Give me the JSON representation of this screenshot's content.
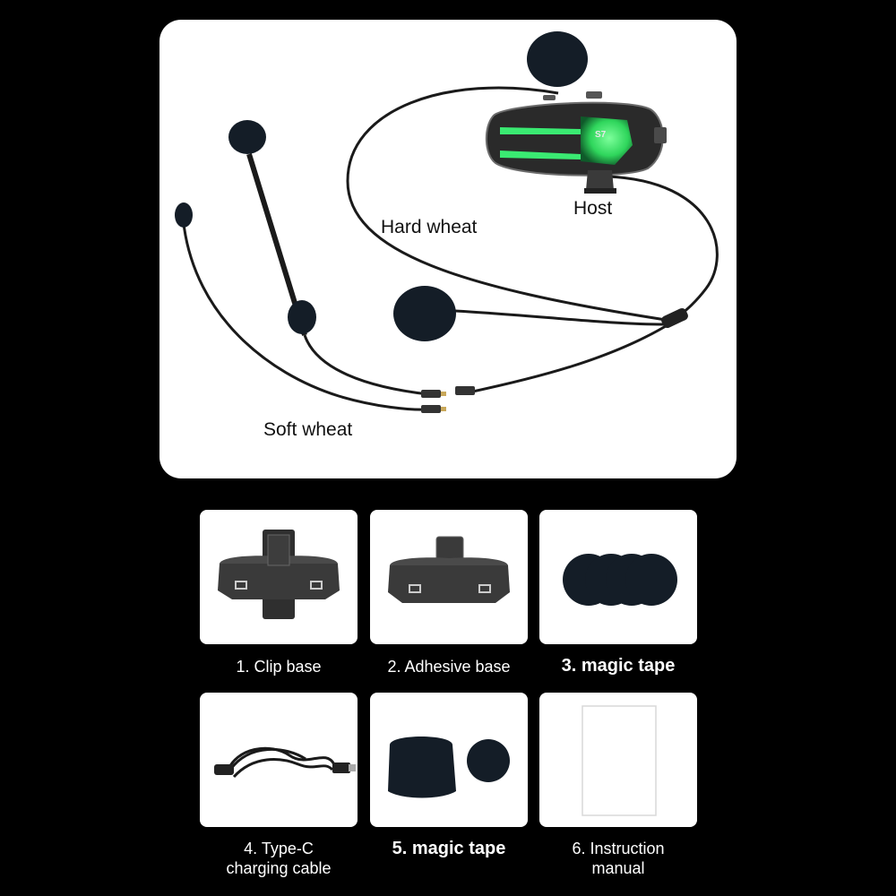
{
  "diagram": {
    "labels": {
      "host": "Host",
      "hard_wheat": "Hard wheat",
      "soft_wheat": "Soft wheat"
    },
    "device_text": "S7"
  },
  "accessories": [
    {
      "caption": "1. Clip base"
    },
    {
      "caption": "2. Adhesive base"
    },
    {
      "caption": "3. magic tape"
    },
    {
      "caption_line1": "4. Type-C",
      "caption_line2": "charging cable"
    },
    {
      "caption": "5. magic tape"
    },
    {
      "caption_line1": "6. Instruction",
      "caption_line2": "manual"
    }
  ],
  "colors": {
    "background": "#000000",
    "panel": "#ffffff",
    "glow": "#3cff7a",
    "foam": "#151f2a"
  }
}
